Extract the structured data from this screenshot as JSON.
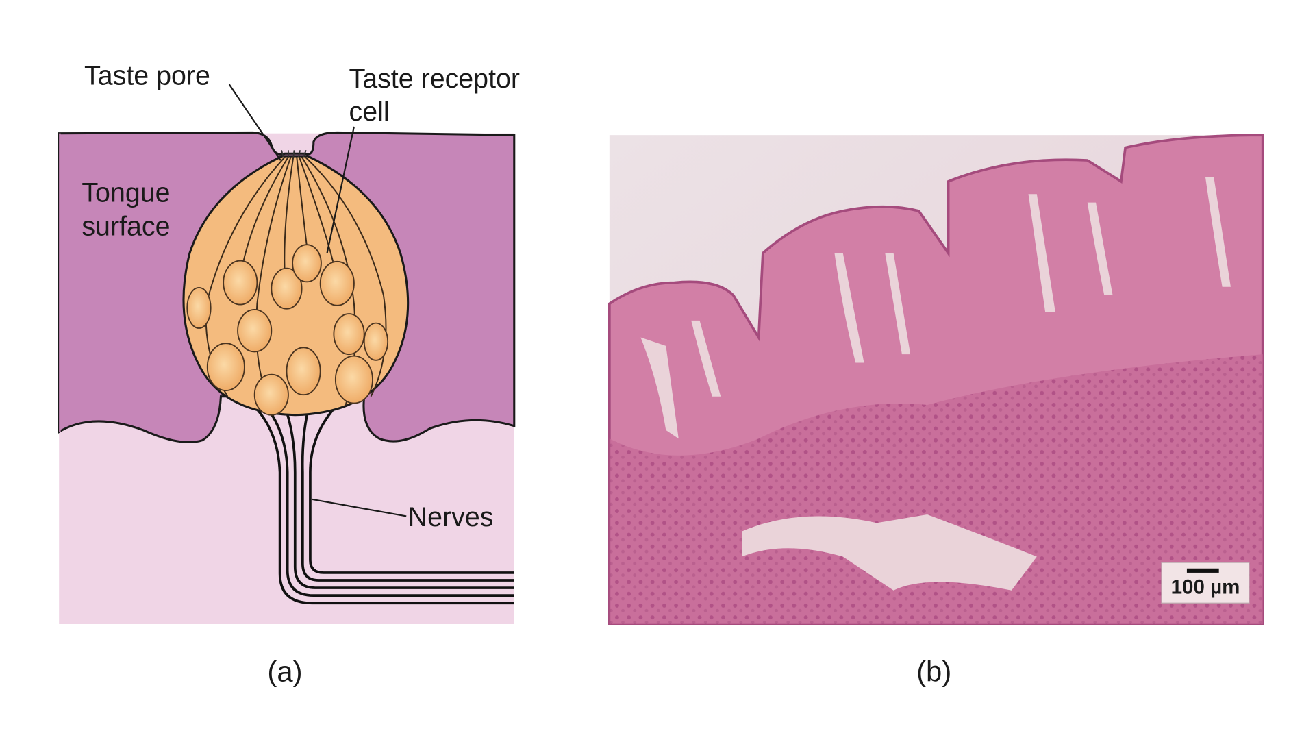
{
  "panel_a": {
    "labels": {
      "taste_pore": "Taste pore",
      "taste_receptor_line1": "Taste receptor",
      "taste_receptor_line2": "cell",
      "tongue_line1": "Tongue",
      "tongue_line2": "surface",
      "nerves": "Nerves"
    },
    "caption": "(a)"
  },
  "panel_b": {
    "scale_bar": "100 µm",
    "caption": "(b)"
  },
  "colors": {
    "tongue_surface": "#c686b8",
    "tissue_below": "#f0d5e6",
    "taste_bud": "#f4bb7e",
    "cell_nucleus": "#f8cb8f"
  }
}
